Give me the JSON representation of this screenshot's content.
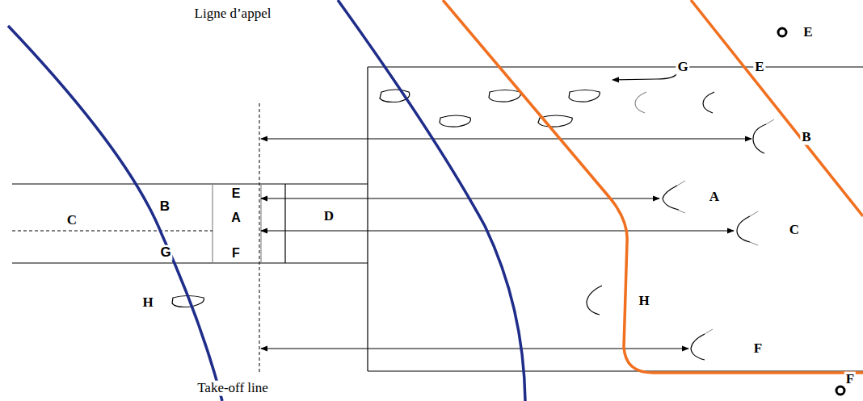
{
  "diagram": {
    "labels": [
      "Ligne d’appel",
      "E",
      "G",
      "E",
      "B",
      "B",
      "E",
      "D",
      "A",
      "C",
      "A",
      "C",
      "G",
      "F",
      "H",
      "H",
      "F",
      "Take-off line",
      "F"
    ]
  }
}
